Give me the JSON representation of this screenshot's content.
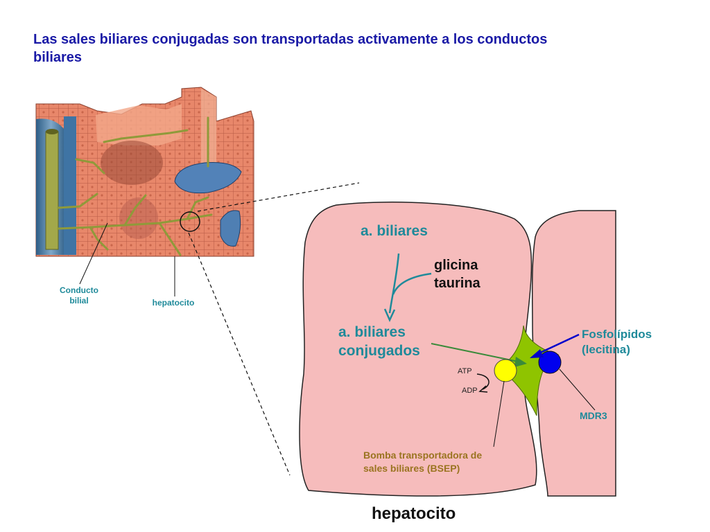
{
  "title": {
    "line1": "Las sales biliares conjugadas son transportadas activamente a los conductos",
    "line2": "biliares"
  },
  "illustration_labels": {
    "bile_duct_line1": "Conducto",
    "bile_duct_line2": "bilial",
    "hepatocyte": "hepatocito"
  },
  "diagram": {
    "bile_acids": "a. biliares",
    "glycine": "glicina",
    "taurine": "taurina",
    "conjugated_line1": "a. biliares",
    "conjugated_line2": "conjugados",
    "phospholipids_line1": "Fosfolípidos",
    "phospholipids_line2": "(lecitina)",
    "atp": "ATP",
    "adp": "ADP",
    "mdr3": "MDR3",
    "bsep_line1": "Bomba transportadora de",
    "bsep_line2": "sales biliares (BSEP)",
    "bottom_label": "hepatocito"
  },
  "colors": {
    "cell_fill": "#f6bcbc",
    "canaliculus": "#8fc400",
    "bsep_transporter": "#ffff00",
    "mdr3_transporter": "#0000ee",
    "teal_text": "#1f8a9a",
    "title_blue": "#1a1aa6"
  }
}
